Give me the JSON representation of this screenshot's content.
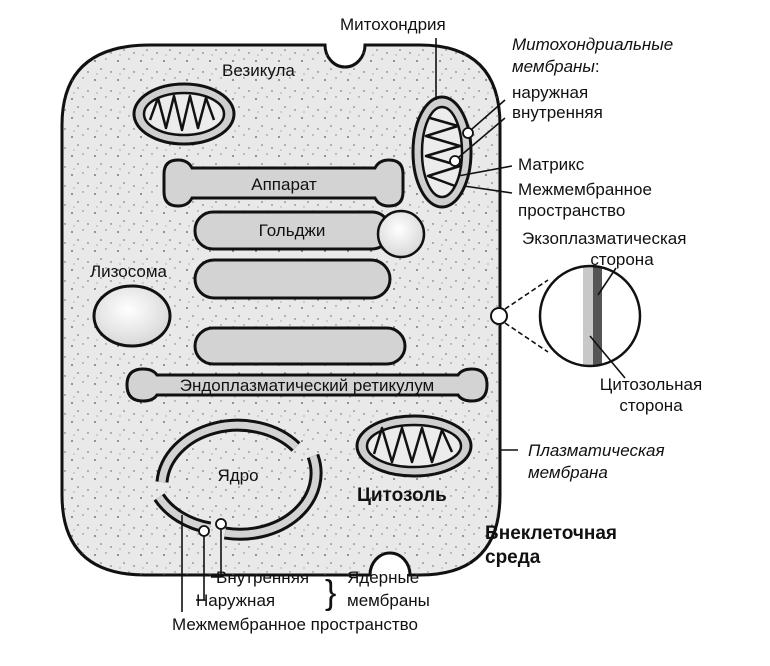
{
  "labels": {
    "mitochondria": "Митохондрия",
    "mito_membranes": "Митохондриальные",
    "mito_membranes2": "мембраны",
    "mito_colon": ":",
    "mito_outer": "наружная",
    "mito_inner": "внутренняя",
    "matrix": "Матрикс",
    "intermembrane1": "Межмембранное",
    "intermembrane2": "пространство",
    "vesicle": "Везикула",
    "golgi1": "Аппарат",
    "golgi2": "Гольджи",
    "lysosome": "Лизосома",
    "er": "Эндоплазматический ретикулум",
    "nucleus": "Ядро",
    "cytosol": "Цитозоль",
    "exo1": "Экзоплазматическая",
    "exo2": "сторона",
    "cyto1": "Цитозольная",
    "cyto2": "сторона",
    "plasma1": "Плазматическая",
    "plasma2": "мембрана",
    "extracellular1": "Внеклеточная",
    "extracellular2": "среда",
    "nuc_inner": "Внутренняя",
    "nuc_outer": "Наружная",
    "nuc_brace": "}",
    "nuclear1": "Ядерные",
    "nuclear2": "мембраны",
    "nuc_intermembrane": "Межмембранное пространство"
  },
  "colors": {
    "cytoplasm": "#e9e9e9",
    "organelle": "#d3d3d3",
    "vesicle": "#f4f4f4",
    "outline": "#111111"
  }
}
